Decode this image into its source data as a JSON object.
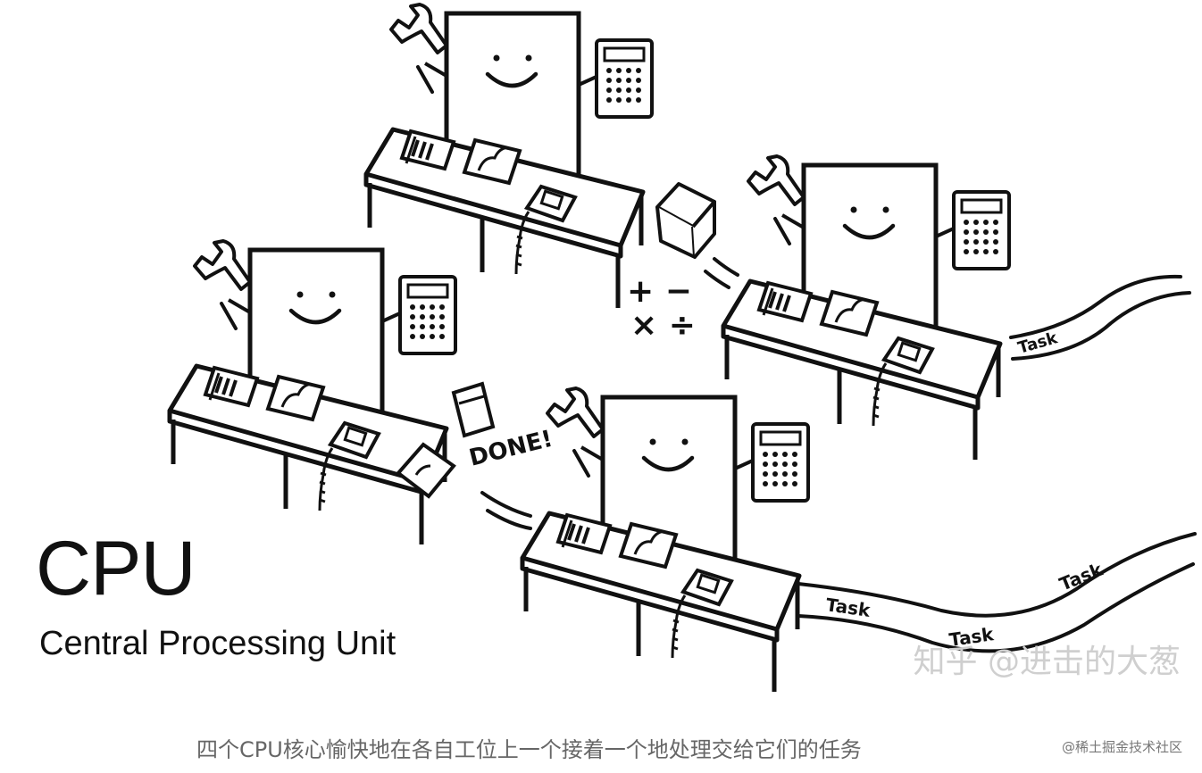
{
  "figure": {
    "title": "CPU",
    "subtitle": "Central Processing Unit",
    "labels": {
      "done": "DONE!",
      "task": "Task",
      "ops_top": "+ −",
      "ops_bottom": "× ÷"
    },
    "watermark": "知乎 @进击的大葱",
    "caption": "四个CPU核心愉快地在各自工位上一个接着一个地处理交给它们的任务",
    "site": "@稀土掘金技术社区"
  },
  "icons": [
    "wrench-icon",
    "calculator-icon",
    "telephone-icon",
    "document-icon",
    "cube-icon"
  ],
  "colors": {
    "ink": "#111111",
    "caption": "#666666",
    "watermark": "#cfcfcf"
  }
}
